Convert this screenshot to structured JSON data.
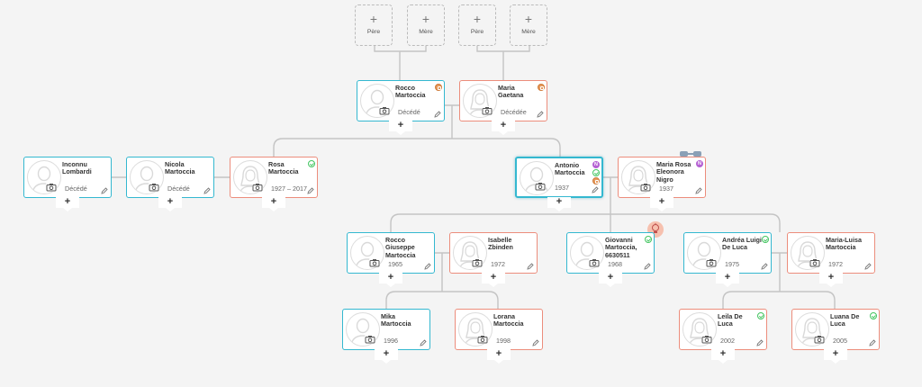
{
  "empty_parents": [
    {
      "plus": "+",
      "label": "Père"
    },
    {
      "plus": "+",
      "label": "Mère"
    },
    {
      "plus": "+",
      "label": "Père"
    },
    {
      "plus": "+",
      "label": "Mère"
    }
  ],
  "persons": [
    {
      "id": "rocco-sr",
      "name": "Rocco Martoccia",
      "sub": "Décédé",
      "gender": "male",
      "badges": [
        "orange"
      ]
    },
    {
      "id": "maria-gaetana",
      "name": "Maria Gaetana",
      "sub": "Décédée",
      "gender": "female",
      "badges": [
        "orange"
      ]
    },
    {
      "id": "inconnu",
      "name": "Inconnu Lombardi",
      "sub": "Décédé",
      "gender": "male",
      "badges": []
    },
    {
      "id": "nicola",
      "name": "Nicola Martoccia",
      "sub": "Décédé",
      "gender": "male",
      "badges": []
    },
    {
      "id": "rosa",
      "name": "Rosa Martoccia",
      "sub": "1927 – 2017",
      "gender": "female",
      "badges": [
        "green"
      ]
    },
    {
      "id": "antonio",
      "name": "Antonio Martoccia",
      "sub": "1937",
      "gender": "male",
      "root": true,
      "badges": [
        "purple",
        "green",
        "orange"
      ]
    },
    {
      "id": "maria-rosa",
      "name": "Maria Rosa Eleonora Nigro",
      "sub": "1937",
      "gender": "female",
      "badges": [
        "purple"
      ]
    },
    {
      "id": "rocco-g",
      "name": "Rocco Giuseppe Martoccia",
      "sub": "1965",
      "gender": "male",
      "badges": []
    },
    {
      "id": "isabelle",
      "name": "Isabelle Zbinden",
      "sub": "1972",
      "gender": "female",
      "badges": []
    },
    {
      "id": "giovanni",
      "name": "Giovanni Martoccia, 6630511",
      "sub": "1968",
      "gender": "male",
      "badges": [
        "green"
      ]
    },
    {
      "id": "andrea",
      "name": "Andréa Luigi De Luca",
      "sub": "1975",
      "gender": "male",
      "badges": [
        "green"
      ]
    },
    {
      "id": "maria-luisa",
      "name": "Maria-Luisa Martoccia",
      "sub": "1972",
      "gender": "female",
      "badges": []
    },
    {
      "id": "mika",
      "name": "Mika Martoccia",
      "sub": "1996",
      "gender": "male",
      "badges": []
    },
    {
      "id": "lorana",
      "name": "Lorana Martoccia",
      "sub": "1998",
      "gender": "female",
      "badges": []
    },
    {
      "id": "leila",
      "name": "Leila De Luca",
      "sub": "2002",
      "gender": "female",
      "badges": [
        "green"
      ]
    },
    {
      "id": "luana",
      "name": "Luana De Luca",
      "sub": "2005",
      "gender": "female",
      "badges": [
        "green"
      ]
    }
  ],
  "add_label": "+",
  "colors": {
    "male_border": "#34b8d0",
    "female_border": "#ec8d7c",
    "connector": "#c4c4c4",
    "background": "#f4f4f4"
  },
  "icons": [
    "camera-icon",
    "pencil-icon",
    "person-silhouette-icon",
    "link-icon",
    "lightbulb-icon"
  ]
}
